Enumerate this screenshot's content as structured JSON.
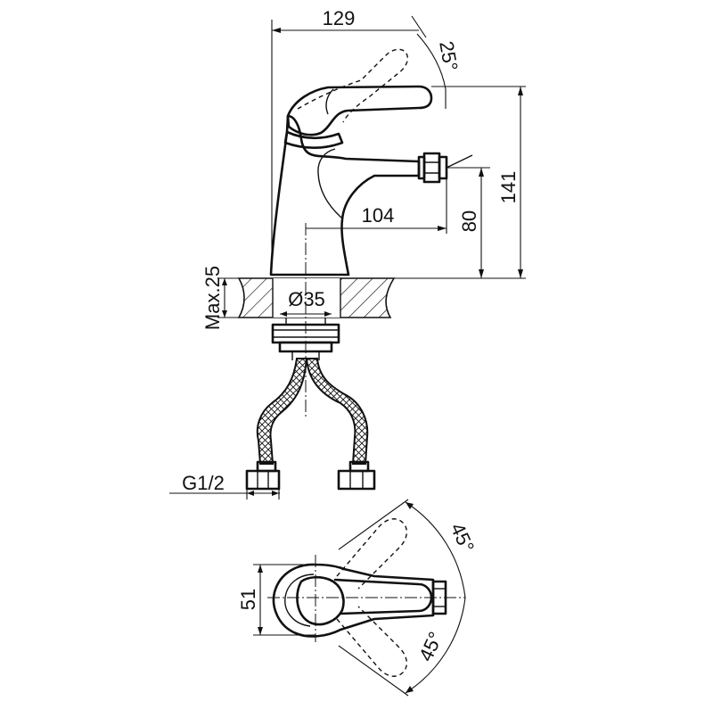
{
  "dimensions": {
    "d129": "129",
    "d25deg": "25°",
    "d141": "141",
    "d104": "104",
    "d80": "80",
    "dMax25": "Max.25",
    "dDia35": "Ø35",
    "dG12": "G1/2",
    "d51": "51",
    "d45top": "45°",
    "d45bottom": "45°"
  }
}
